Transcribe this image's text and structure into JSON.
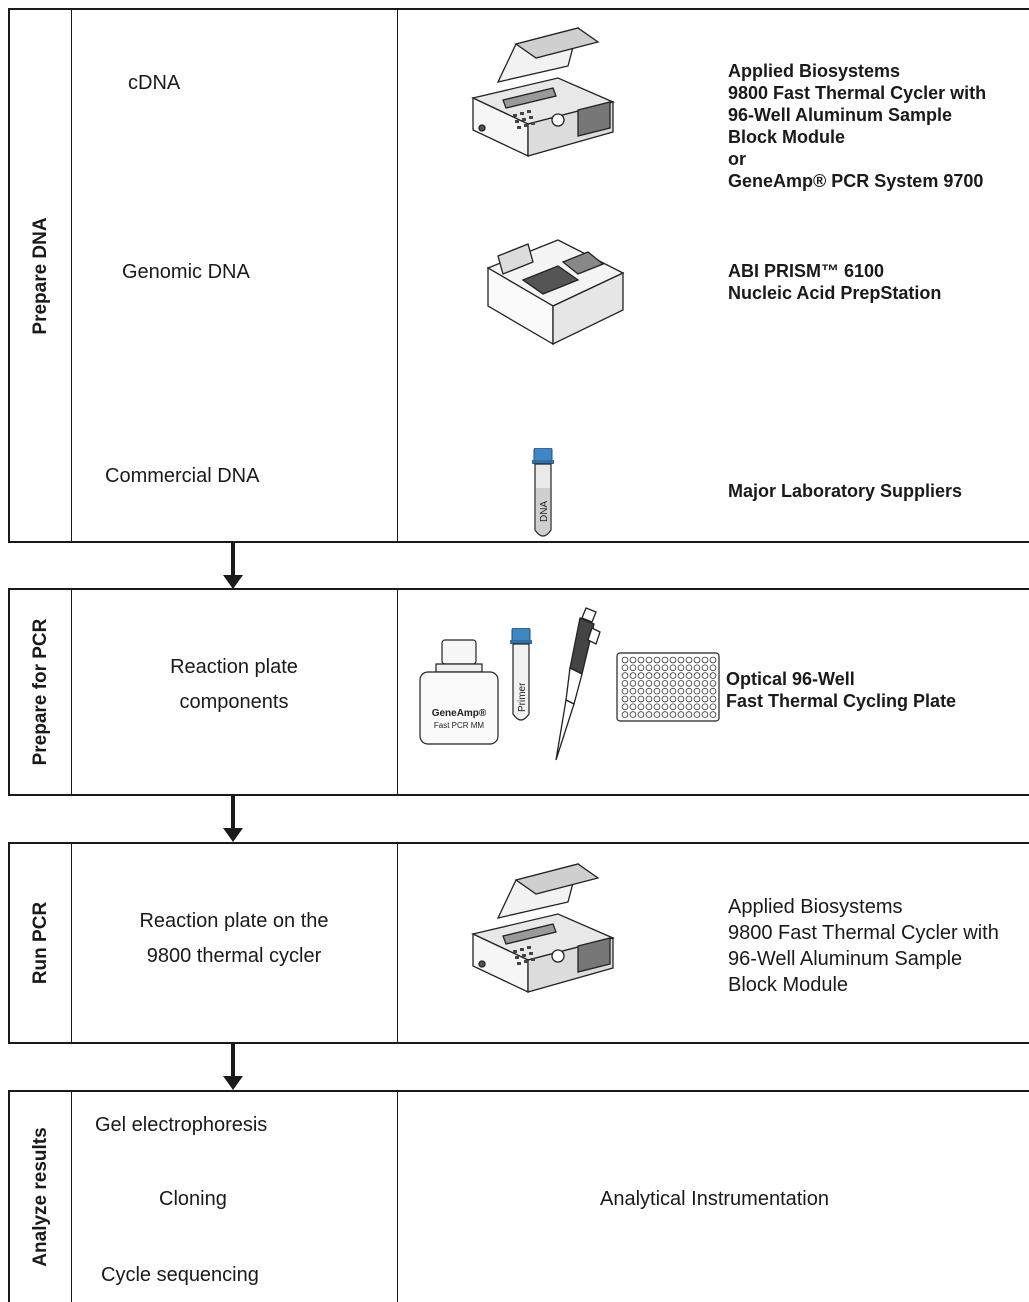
{
  "sections": [
    {
      "stage": "Prepare DNA",
      "items": [
        {
          "label": "cDNA",
          "equipment": [
            "Applied Biosystems",
            "9800 Fast Thermal Cycler with",
            "96-Well Aluminum Sample",
            "Block Module",
            "or",
            "GeneAmp® PCR System 9700"
          ]
        },
        {
          "label": "Genomic DNA",
          "equipment": [
            "ABI PRISM™ 6100",
            "Nucleic Acid PrepStation"
          ]
        },
        {
          "label": "Commercial DNA",
          "equipment": [
            "Major Laboratory Suppliers"
          ],
          "tube_label": "DNA"
        }
      ]
    },
    {
      "stage": "Prepare for PCR",
      "label_lines": [
        "Reaction plate",
        "components"
      ],
      "equipment": [
        "Optical 96-Well",
        "Fast Thermal Cycling Plate"
      ],
      "bottle_label": [
        "GeneAmp®",
        "Fast PCR MM"
      ],
      "tube_label": "Primer"
    },
    {
      "stage": "Run PCR",
      "label_lines": [
        "Reaction plate on the",
        "9800 thermal cycler"
      ],
      "equipment": [
        "Applied Biosystems",
        "9800 Fast Thermal Cycler with",
        "96-Well Aluminum Sample",
        "Block Module"
      ]
    },
    {
      "stage": "Analyze results",
      "items": [
        "Gel electrophoresis",
        "Cloning",
        "Cycle sequencing"
      ],
      "equipment": "Analytical Instrumentation"
    }
  ]
}
